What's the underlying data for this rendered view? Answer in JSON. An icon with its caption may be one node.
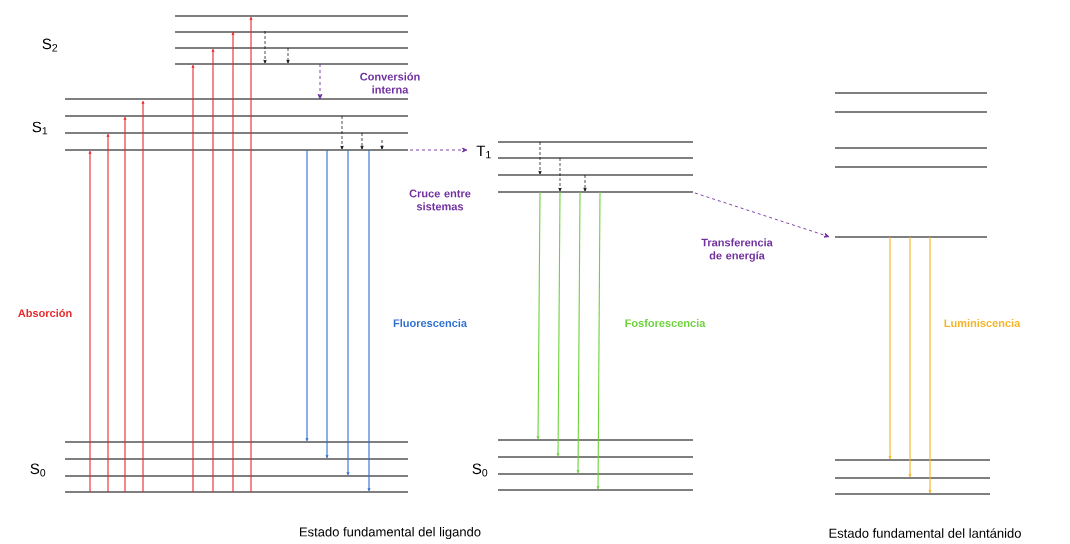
{
  "diagram": {
    "labels": [
      "S$_{2}$",
      "Conversión interna",
      "S$_{1}$",
      "Cruce entre sistemas",
      "T$_{1}$",
      "Transferencia de energía",
      "Absorción",
      "Fluorescencia",
      "Fosforescencia",
      "Luminiscencia",
      "S$_{0}$",
      "S$_{0}$",
      "Estado fundamental del ligando",
      "Estado fundamental del lantánido"
    ]
  }
}
